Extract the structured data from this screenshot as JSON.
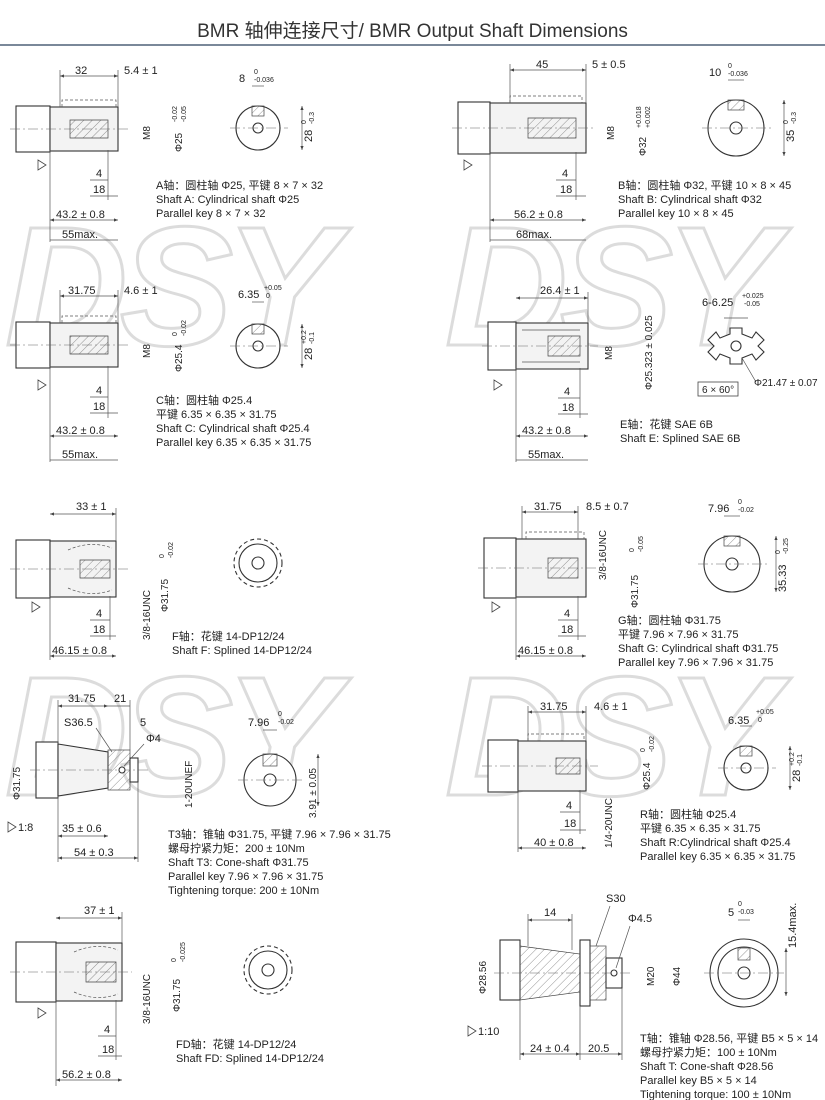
{
  "page": {
    "title": "BMR 轴伸连接尺寸/ BMR Output Shaft Dimensions",
    "watermark": "DSY"
  },
  "panels": {
    "A": {
      "dims": [
        "32",
        "5.4 ± 1",
        "M8",
        "Φ25",
        "4",
        "18",
        "43.2 ± 0.8",
        "55max."
      ],
      "tol_phi": [
        "-0.02",
        "-0.05"
      ],
      "key_w": "8",
      "key_tol": [
        "0",
        "-0.036"
      ],
      "section_h": "28",
      "section_tol": [
        "0",
        "-0.3"
      ],
      "desc": [
        "A轴：圆柱轴 Φ25, 平键 8 × 7 × 32",
        "Shaft A: Cylindrical shaft Φ25",
        "Parallel key 8 × 7 × 32"
      ]
    },
    "B": {
      "dims": [
        "45",
        "5 ± 0.5",
        "M8",
        "Φ32",
        "4",
        "18",
        "56.2 ± 0.8",
        "68max."
      ],
      "tol_phi": [
        "+0.018",
        "+0.002"
      ],
      "key_w": "10",
      "key_tol": [
        "0",
        "-0.036"
      ],
      "section_h": "35",
      "section_tol": [
        "0",
        "-0.3"
      ],
      "desc": [
        "B轴：圆柱轴 Φ32, 平键 10 × 8 × 45",
        "Shaft B: Cylindrical shaft Φ32",
        "Parallel key 10 × 8 × 45"
      ]
    },
    "C": {
      "dims": [
        "31.75",
        "4.6 ± 1",
        "M8",
        "Φ25.4",
        "4",
        "18",
        "43.2 ± 0.8",
        "55max."
      ],
      "tol_phi": [
        "0",
        "-0.02"
      ],
      "key_w": "6.35",
      "key_tol": [
        "+0.05",
        "0"
      ],
      "section_h": "28",
      "section_tol": [
        "+0.2",
        "-0.1"
      ],
      "desc": [
        "C轴：圆柱轴 Φ25.4",
        "平键 6.35 × 6.35 × 31.75",
        "Shaft C: Cylindrical shaft Φ25.4",
        "Parallel key 6.35 × 6.35 × 31.75"
      ]
    },
    "E": {
      "dims": [
        "26.4 ± 1",
        "M8",
        "Φ25.323 ± 0.025",
        "4",
        "18",
        "43.2 ± 0.8",
        "55max."
      ],
      "spline_w": "6-6.25",
      "spline_tol": [
        "+0.025",
        "-0.05"
      ],
      "spline_box": "6 × 60°",
      "spline_dia": "Φ21.47 ± 0.07",
      "desc": [
        "E轴：花键 SAE 6B",
        "Shaft E: Splined SAE 6B"
      ]
    },
    "F": {
      "dims": [
        "33 ± 1",
        "3/8-16UNC",
        "Φ31.75",
        "4",
        "18",
        "46.15 ± 0.8"
      ],
      "tol_phi": [
        "0",
        "-0.02"
      ],
      "desc": [
        "F轴：花键 14-DP12/24",
        "Shaft F: Splined 14-DP12/24"
      ]
    },
    "G": {
      "dims": [
        "31.75",
        "8.5 ± 0.7",
        "3/8-16UNC",
        "Φ31.75",
        "4",
        "18",
        "46.15 ± 0.8"
      ],
      "tol_phi": [
        "0",
        "-0.05"
      ],
      "key_w": "7.96",
      "key_tol": [
        "0",
        "-0.02"
      ],
      "section_h": "35.33",
      "section_tol": [
        "0",
        "-0.25"
      ],
      "desc": [
        "G轴：圆柱轴 Φ31.75",
        "平键 7.96 × 7.96 × 31.75",
        "Shaft G: Cylindrical shaft Φ31.75",
        "Parallel key 7.96 × 7.96 × 31.75"
      ]
    },
    "T3": {
      "dims": [
        "31.75",
        "21",
        "S36.5",
        "5",
        "Φ4",
        "Φ31.75",
        "1:8",
        "35 ± 0.6",
        "54 ± 0.3",
        "1-20UNEF",
        "3.91 ± 0.05"
      ],
      "key_w": "7.96",
      "key_tol": [
        "0",
        "-0.02"
      ],
      "desc": [
        "T3轴：锥轴 Φ31.75, 平键 7.96 × 7.96 × 31.75",
        "螺母拧紧力矩：200 ± 10Nm",
        "Shaft T3: Cone-shaft Φ31.75",
        "Parallel key 7.96 × 7.96 × 31.75",
        "Tightening torque: 200 ± 10Nm"
      ]
    },
    "R": {
      "dims": [
        "31.75",
        "4.6 ± 1",
        "1/4-20UNC",
        "Φ25.4",
        "4",
        "18",
        "40 ± 0.8"
      ],
      "tol_phi": [
        "0",
        "-0.02"
      ],
      "key_w": "6.35",
      "key_tol": [
        "+0.05",
        "0"
      ],
      "section_h": "28",
      "section_tol": [
        "+0.2",
        "-0.1"
      ],
      "desc": [
        "R轴：圆柱轴 Φ25.4",
        "平键 6.35 × 6.35 × 31.75",
        "Shaft R:Cylindrical shaft Φ25.4",
        "Parallel key 6.35 × 6.35 × 31.75"
      ]
    },
    "FD": {
      "dims": [
        "37 ± 1",
        "3/8-16UNC",
        "Φ31.75",
        "4",
        "18",
        "56.2 ± 0.8"
      ],
      "tol_phi": [
        "0",
        "-0.025"
      ],
      "desc": [
        "FD轴：花键 14-DP12/24",
        "Shaft FD: Splined 14-DP12/24"
      ]
    },
    "T": {
      "dims": [
        "14",
        "S30",
        "Φ4.5",
        "Φ28.56",
        "M20",
        "Φ44",
        "1:10",
        "24 ± 0.4",
        "20.5"
      ],
      "key_w": "5",
      "key_tol": [
        "0",
        "-0.03"
      ],
      "section_h": "15.4max.",
      "desc": [
        "T轴：锥轴 Φ28.56, 平键 B5 × 5 × 14",
        "螺母拧紧力矩：100 ± 10Nm",
        "Shaft T: Cone-shaft Φ28.56",
        "Parallel key B5 × 5 × 14",
        "Tightening torque: 100 ± 10Nm"
      ]
    }
  }
}
